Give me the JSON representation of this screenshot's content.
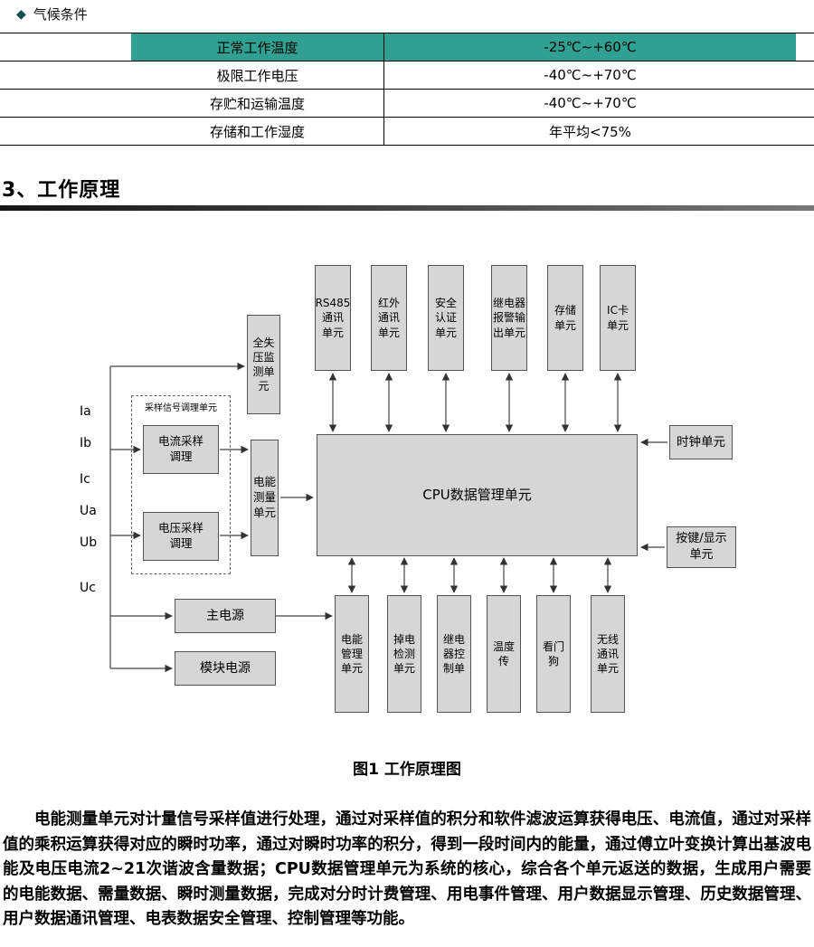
{
  "climate": {
    "bullet": "◆",
    "title": "气候条件",
    "table": {
      "rows": [
        {
          "label": "正常工作温度",
          "value": "-25℃~+60℃"
        },
        {
          "label": "极限工作电压",
          "value": "-40℃~+70℃"
        },
        {
          "label": "存贮和运输温度",
          "value": "-40℃~+70℃"
        },
        {
          "label": "存储和工作湿度",
          "value": "年平均<75%"
        }
      ]
    }
  },
  "section": {
    "heading": "3、工作原理"
  },
  "diagram": {
    "group_label": "采样信号调理单元",
    "signals": [
      "Ia",
      "Ib",
      "Ic",
      "Ua",
      "Ub",
      "Uc"
    ],
    "boxes": {
      "rs485": "RS485\n通讯\n单元",
      "infrared": "红外\n通讯\n单元",
      "security": "安全\n认证\n单元",
      "relay_alarm": "继电器\n报警输\n出单元",
      "storage": "存储\n单元",
      "ic_card": "IC卡\n单元",
      "full_voltage_loss": "全失\n压监\n测单\n元",
      "current_sampling": "电流采样\n调理",
      "voltage_sampling": "电压采样\n调理",
      "energy_measure": "电能\n测量\n单元",
      "cpu": "CPU数据管理单元",
      "clock": "时钟单元",
      "key_display": "按键/显示\n单元",
      "main_power": "主电源",
      "module_power": "模块电源",
      "energy_mgmt": "电能\n管理\n单元",
      "power_down_detect": "掉电\n检测\n单元",
      "relay_control": "继电\n器控\n制单",
      "temp_sensor": "温度\n传",
      "watchdog": "看门\n狗",
      "wireless": "无线\n通讯\n单元"
    },
    "caption": "图1  工作原理图"
  },
  "body": {
    "paragraph": "电能测量单元对计量信号采样值进行处理，通过对采样值的积分和软件滤波运算获得电压、电流值，通过对采样值的乘积运算获得对应的瞬时功率，通过对瞬时功率的积分，得到一段时间内的能量，通过傅立叶变换计算出基波电能及电压电流2~21次谐波含量数据；CPU数据管理单元为系统的核心，综合各个单元返送的数据，生成用户需要的电能数据、需量数据、瞬时测量数据，完成对分时计费管理、用电事件管理、用户数据显示管理、历史数据管理、用户数据通讯管理、电表数据安全管理、控制管理等功能。"
  },
  "colors": {
    "table_header_bg": "#2fa092",
    "box_fill": "#d6d6d6",
    "box_border": "#555555",
    "divider_gradient_start": "#151515",
    "divider_gradient_end": "#777777",
    "bullet_color": "#134e4a"
  }
}
